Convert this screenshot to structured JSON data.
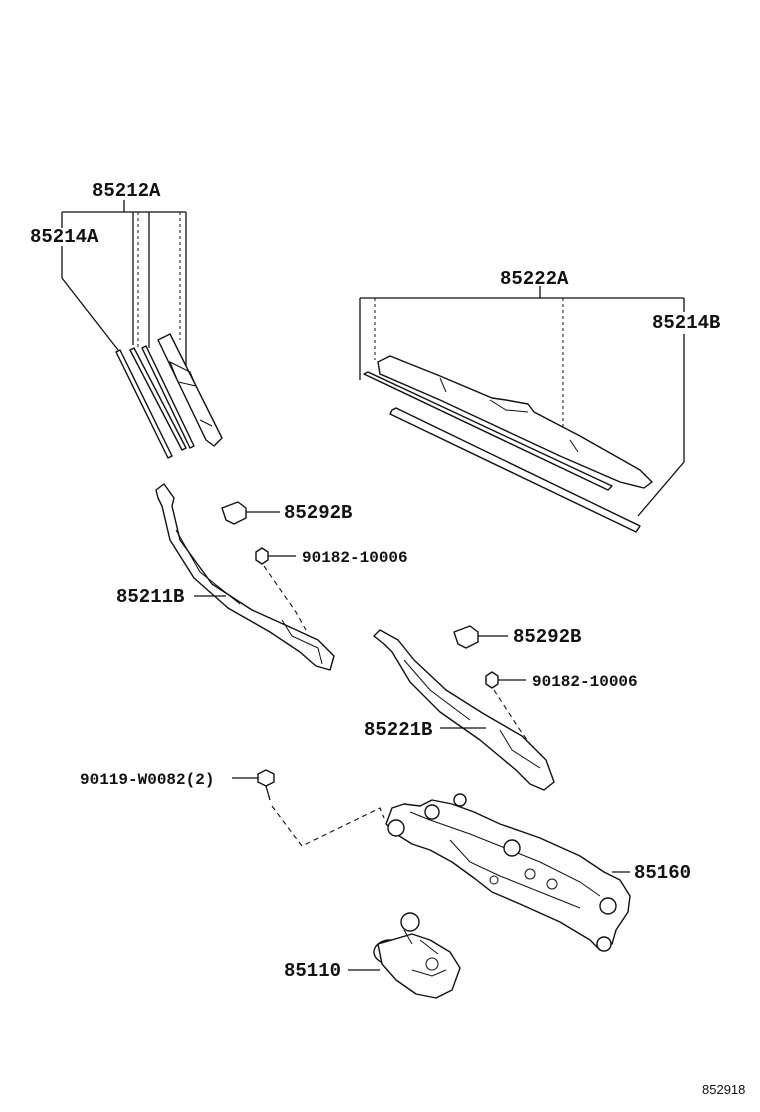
{
  "parts": {
    "p85212A": "85212A",
    "p85214A": "85214A",
    "p85222A": "85222A",
    "p85214B": "85214B",
    "p85292B_1": "85292B",
    "p90182_1": "90182-10006",
    "p85211B": "85211B",
    "p85292B_2": "85292B",
    "p90182_2": "90182-10006",
    "p85221B": "85221B",
    "p90119": "90119-W0082(2)",
    "p85160": "85160",
    "p85110": "85110"
  },
  "figure_ref": "852918"
}
